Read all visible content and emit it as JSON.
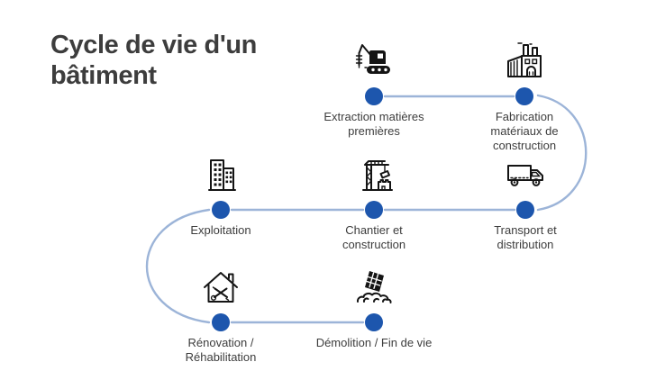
{
  "title": "Cycle de vie d'un\nbâtiment",
  "colors": {
    "dot-blue": "#1d56ad",
    "line-blue": "#9cb4d8",
    "text-dark": "#3d3d3d",
    "icon-black": "#141414"
  },
  "diagram": {
    "type": "lifecycle-flow",
    "nodes": [
      {
        "id": "extraction",
        "label": "Extraction matières\npremières",
        "icon": "excavator-drill-icon"
      },
      {
        "id": "fabrication",
        "label": "Fabrication\nmatériaux de\nconstruction",
        "icon": "factory-icon"
      },
      {
        "id": "transport",
        "label": "Transport et\ndistribution",
        "icon": "delivery-truck-icon"
      },
      {
        "id": "chantier",
        "label": "Chantier et\nconstruction",
        "icon": "tower-crane-icon"
      },
      {
        "id": "exploitation",
        "label": "Exploitation",
        "icon": "office-buildings-icon"
      },
      {
        "id": "renovation",
        "label": "Rénovation /\nRéhabilitation",
        "icon": "house-tools-icon"
      },
      {
        "id": "demolition",
        "label": "Démolition / Fin de vie",
        "icon": "collapsing-building-icon"
      }
    ],
    "flow_order": [
      "extraction",
      "fabrication",
      "transport",
      "chantier",
      "exploitation",
      "renovation",
      "demolition"
    ]
  }
}
